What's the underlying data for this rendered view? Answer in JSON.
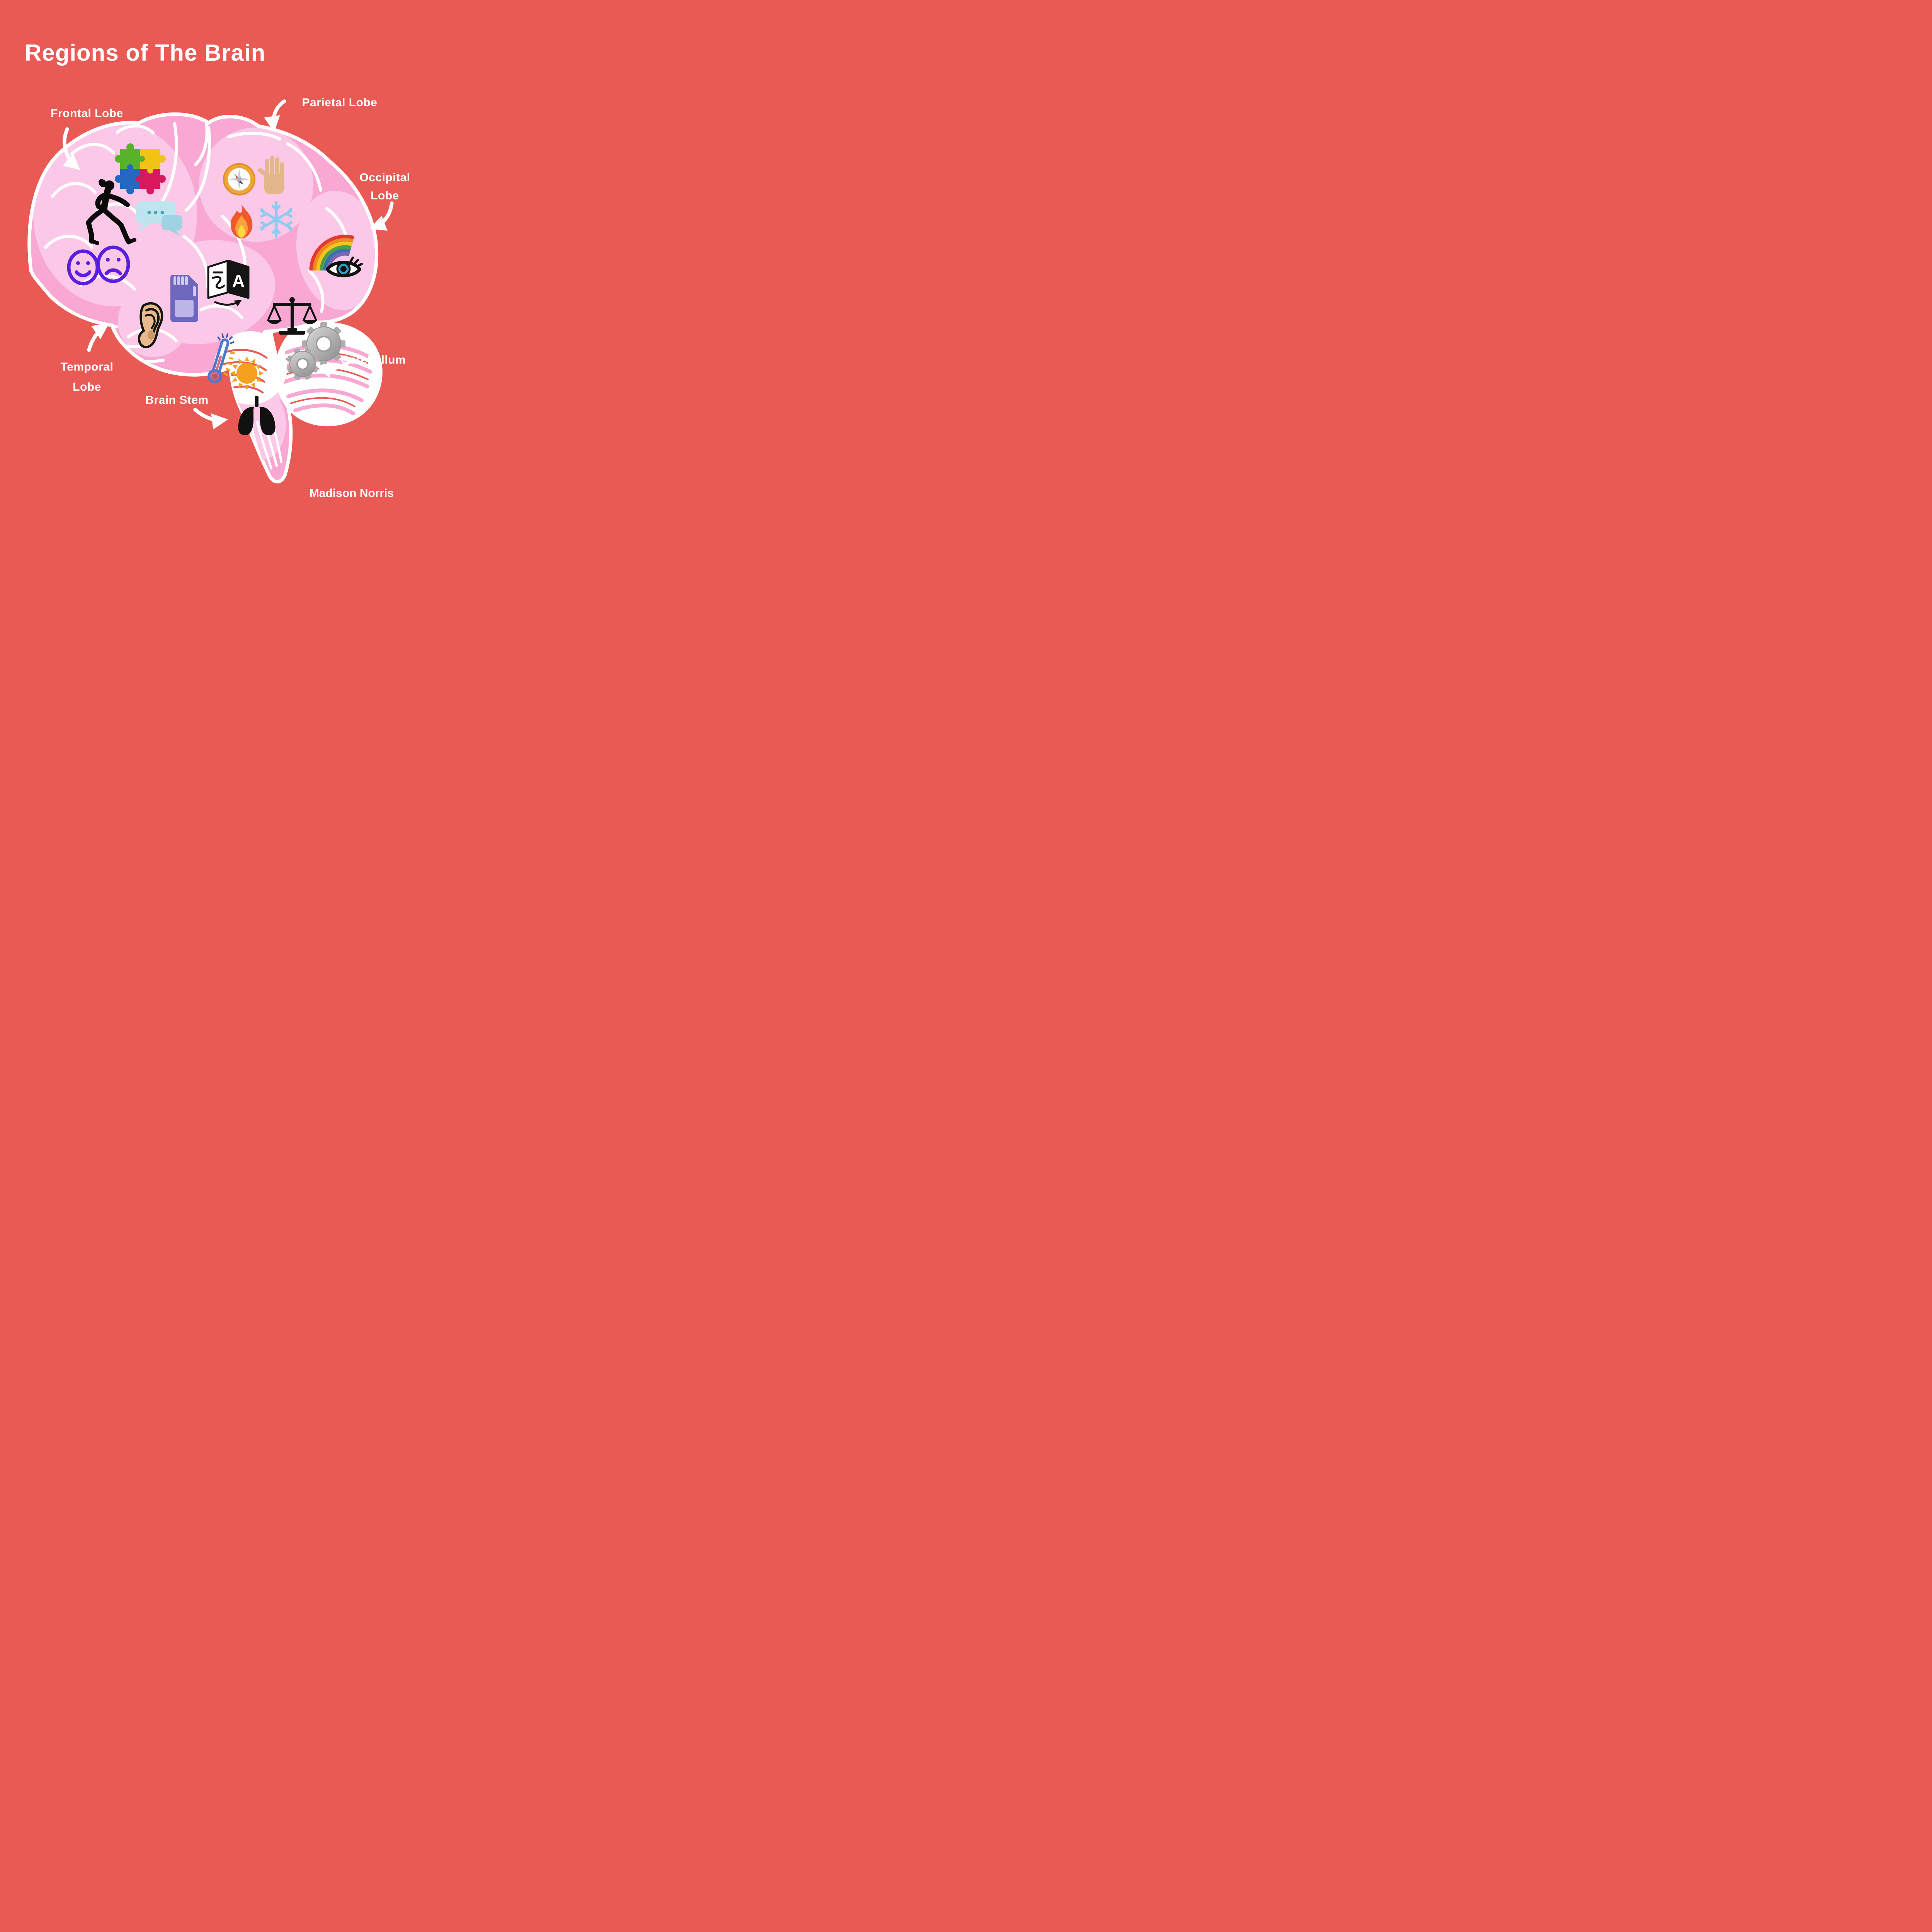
{
  "title": "Regions of The Brain",
  "author": "Madison Norris",
  "labels": {
    "frontal": "Frontal Lobe",
    "parietal": "Parietal Lobe",
    "occipital1": "Occipital",
    "occipital2": "Lobe",
    "temporal1": "Temporal",
    "temporal2": "Lobe",
    "brainstem": "Brain Stem",
    "cerebellum": "Cerebellum"
  },
  "translation": {
    "letter": "A",
    "left_char": "え"
  },
  "colors": {
    "background": "#EA5A55",
    "brain_pink": "#F8A8D2",
    "lobe_highlight_pink": "#FBC9E7",
    "outline": "#FFFFFF",
    "label_text": "#FFFFFF",
    "smiley_purple": "#5A1EE0",
    "bubble_blue": "#BEE4EF",
    "snowflake_blue": "#8ECBF2",
    "sun_orange": "#F5A11D",
    "memory_card_violet": "#6F66BE",
    "compass_ring_orange": "#F0A53C",
    "hand_tan": "#E3B78C",
    "gear_gray": "#ADADAD"
  },
  "regions": [
    {
      "name": "Frontal Lobe",
      "icons": [
        "puzzle-icon",
        "running-woman-icon",
        "speech-bubbles-icon",
        "happy-face-icon",
        "sad-face-icon"
      ]
    },
    {
      "name": "Parietal Lobe",
      "icons": [
        "compass-icon",
        "hand-icon",
        "fire-icon",
        "snowflake-icon"
      ]
    },
    {
      "name": "Occipital Lobe",
      "icons": [
        "rainbow-icon",
        "eye-icon"
      ]
    },
    {
      "name": "Temporal Lobe",
      "icons": [
        "ear-icon",
        "memory-card-icon",
        "translation-icon"
      ]
    },
    {
      "name": "Cerebellum",
      "icons": [
        "balance-scale-icon",
        "gears-icon"
      ]
    },
    {
      "name": "Brain Stem",
      "icons": [
        "thermometer-icon",
        "sun-icon",
        "lungs-icon"
      ]
    }
  ]
}
